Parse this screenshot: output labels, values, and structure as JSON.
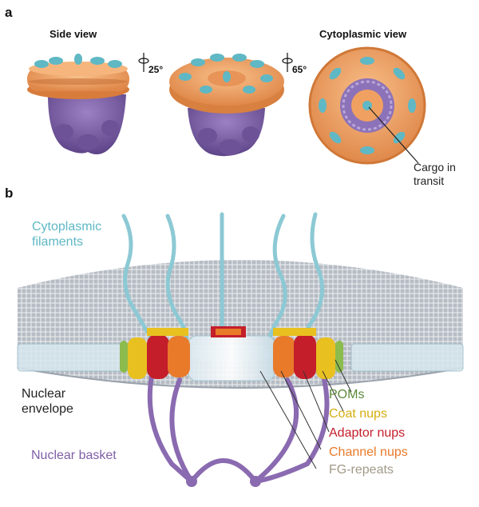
{
  "panel_a": {
    "letter": "a",
    "side_view_title": "Side view",
    "cyto_view_title": "Cytoplasmic view",
    "rotation_1": "25°",
    "rotation_2": "65°",
    "callout_line1": "Cargo in",
    "callout_line2": "transit"
  },
  "panel_b": {
    "letter": "b",
    "labels": {
      "cyto_filaments_1": "Cytoplasmic",
      "cyto_filaments_2": "filaments",
      "nuclear_envelope_1": "Nuclear",
      "nuclear_envelope_2": "envelope",
      "nuclear_basket": "Nuclear basket",
      "poms": "POMs",
      "coat_nups": "Coat nups",
      "adaptor_nups": "Adaptor nups",
      "channel_nups": "Channel nups",
      "fg_repeats": "FG-repeats"
    }
  },
  "colors": {
    "orange": "#f0a060",
    "teal": "#5fb8c4",
    "purple": "#8a6ab0",
    "poms": "#5d8a3a",
    "coat": "#e8c020",
    "adaptor": "#c41e2a",
    "channel": "#e87a2a",
    "fg": "#a09a88",
    "filament": "#8cc9d4"
  }
}
